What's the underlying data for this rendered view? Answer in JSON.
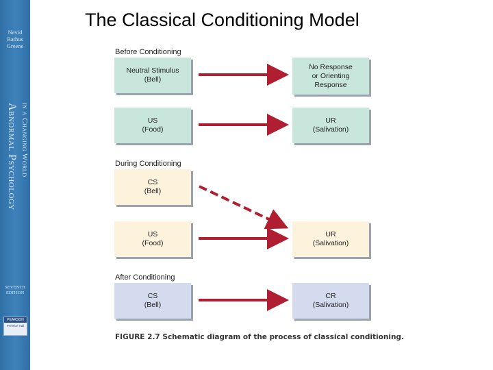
{
  "title": "The Classical Conditioning Model",
  "cover": {
    "authors": [
      "Nevid",
      "Rathus",
      "Greene"
    ],
    "book_title_line1": "Abnormal Psychology",
    "book_title_line2": "in a Changing World",
    "edition_line1": "SEVENTH",
    "edition_line2": "EDITION",
    "publisher": "PEARSON",
    "imprint": "Prentice Hall"
  },
  "diagram": {
    "sections": {
      "before": "Before Conditioning",
      "during": "During Conditioning",
      "after": "After Conditioning"
    },
    "boxes": {
      "neutral_stimulus": [
        "Neutral Stimulus",
        "(Bell)"
      ],
      "no_response": [
        "No Response",
        "or Orienting",
        "Response"
      ],
      "us_food_before": [
        "US",
        "(Food)"
      ],
      "ur_salivation_before": [
        "UR",
        "(Salivation)"
      ],
      "cs_bell_during": [
        "CS",
        "(Bell)"
      ],
      "us_food_during": [
        "US",
        "(Food)"
      ],
      "ur_salivation_during": [
        "UR",
        "(Salivation)"
      ],
      "cs_bell_after": [
        "CS",
        "(Bell)"
      ],
      "cr_salivation": [
        "CR",
        "(Salivation)"
      ]
    },
    "colors": {
      "before_box": "#c9e6dc",
      "during_box": "#fdf3dc",
      "after_box": "#d4dbef",
      "arrow": "#b01e32"
    },
    "caption": "FIGURE 2.7  Schematic diagram of the process of classical conditioning."
  }
}
